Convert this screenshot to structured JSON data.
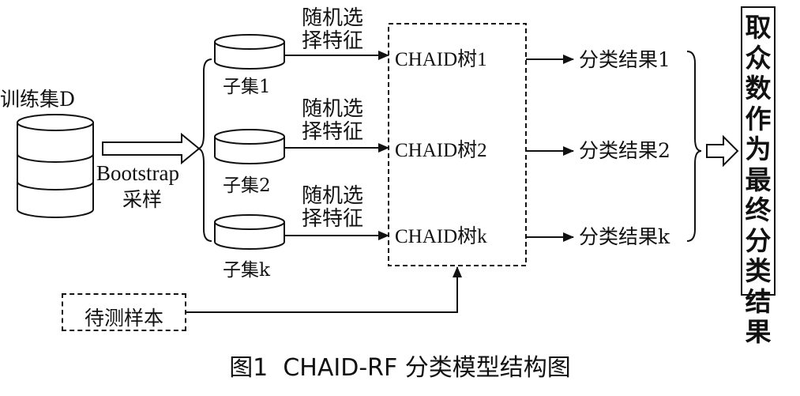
{
  "diagram": {
    "training_set_label": "训练集D",
    "bootstrap_label": "Bootstrap",
    "sampling_label": "采样",
    "subsets": [
      {
        "label": "子集1"
      },
      {
        "label": "子集2"
      },
      {
        "label": "子集k"
      }
    ],
    "feature_selection_label": "随机选择特征",
    "trees": [
      {
        "label": "CHAID树1"
      },
      {
        "label": "CHAID树2"
      },
      {
        "label": "CHAID树k"
      }
    ],
    "results": [
      {
        "label": "分类结果1"
      },
      {
        "label": "分类结果2"
      },
      {
        "label": "分类结果k"
      }
    ],
    "final_result_label": "取众数作为最终分类结果",
    "test_sample_label": "待测样本",
    "caption": "图1  CHAID-RF 分类模型结构图"
  }
}
